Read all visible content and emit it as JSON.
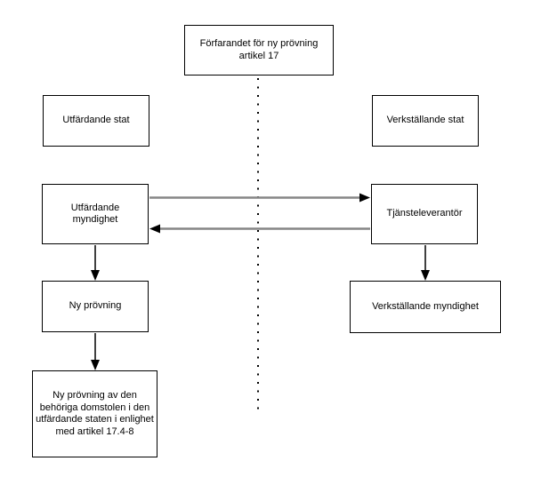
{
  "diagram": {
    "title_box": {
      "label": "Förfarandet för ny prövning artikel 17"
    },
    "left_column": {
      "state_label": "Utfärdande stat",
      "authority_label": "Utfärdande myndighet",
      "review_label": "Ny prövning",
      "review_detail_label": "Ny prövning av den behöriga domstolen i den utfärdande staten i enlighet med artikel 17.4-8"
    },
    "right_column": {
      "state_label": "Verkställande stat",
      "provider_label": "Tjänsteleverantör",
      "authority_label": "Verkställande myndighet"
    },
    "connectors": {
      "divider": "dotted-vertical-line",
      "issuing_to_provider": "arrow-right",
      "provider_to_issuing": "arrow-left",
      "issuing_auth_to_review": "arrow-down",
      "review_to_detail": "arrow-down",
      "provider_to_exec_auth": "arrow-down"
    },
    "colors": {
      "background": "#ffffff",
      "box_border": "#000000",
      "text": "#000000",
      "horizontal_arrow_shaft": "#868686",
      "arrowhead": "#000000",
      "divider": "#000000"
    }
  }
}
